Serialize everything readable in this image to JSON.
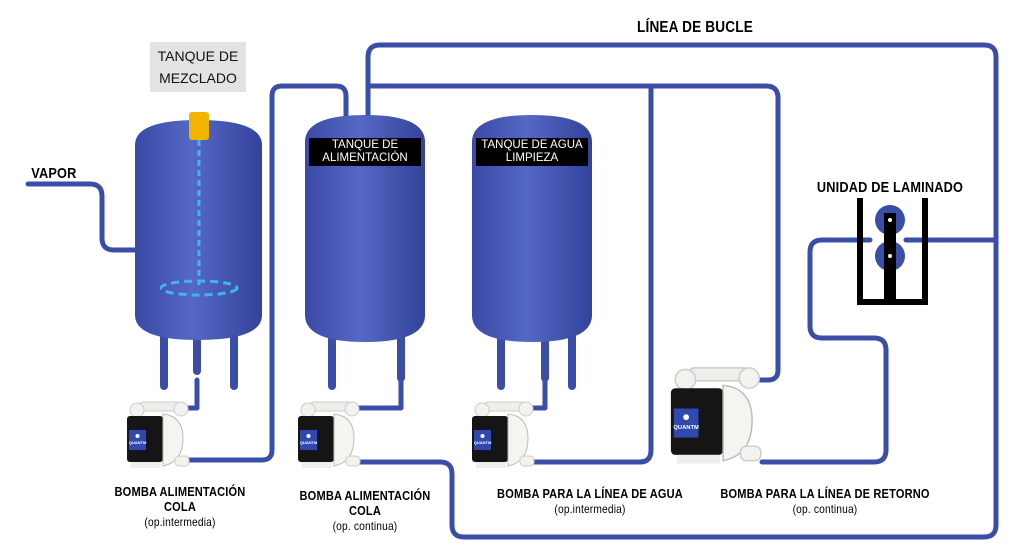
{
  "colors": {
    "pipe": "#3a4ea8",
    "tank": "#4a5cb8",
    "motor": "#f2b400",
    "dashed": "#3fb6e8"
  },
  "labels": {
    "loop_line": "LÍNEA DE BUCLE",
    "mixing_tank": "TANQUE DE MEZCLADO",
    "steam": "VAPOR",
    "feed_tank": "TANQUE DE ALIMENTACIÓN",
    "clean_water_tank": "TANQUE DE AGUA LIMPIEZA",
    "laminating_unit": "UNIDAD DE LAMINADO"
  },
  "pumps": [
    {
      "title": "BOMBA ALIMENTACIÓN COLA",
      "mode": "(op.intermedia)"
    },
    {
      "title": "BOMBA ALIMENTACIÓN COLA",
      "mode": "(op. continua)"
    },
    {
      "title": "BOMBA PARA LA LÍNEA DE AGUA",
      "mode": "(op.intermedia)"
    },
    {
      "title": "BOMBA PARA LA LÍNEA DE RETORNO",
      "mode": "(op. continua)"
    }
  ],
  "pump_brand": "QUANTM"
}
